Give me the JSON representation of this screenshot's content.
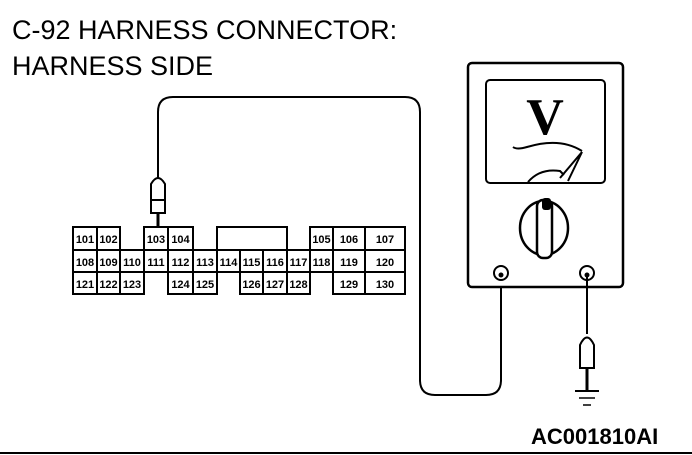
{
  "title_line1": "C-92 HARNESS CONNECTOR:",
  "title_line2": "HARNESS SIDE",
  "figure_code": "AC001810AI",
  "meter_symbol": "V",
  "connector": {
    "rows": [
      [
        "101",
        "102",
        "",
        "103",
        "104",
        "",
        "",
        "",
        "",
        "",
        "105",
        "106",
        "107"
      ],
      [
        "108",
        "109",
        "110",
        "111",
        "112",
        "113",
        "114",
        "115",
        "116",
        "117",
        "118",
        "119",
        "120"
      ],
      [
        "121",
        "122",
        "123",
        "",
        "124",
        "125",
        "",
        "126",
        "127",
        "128",
        "",
        "129",
        "130"
      ]
    ],
    "probed_pin": "103"
  }
}
